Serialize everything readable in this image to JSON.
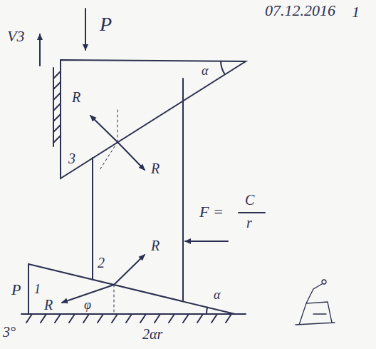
{
  "diagram": {
    "labels": [
      "07.12.2016",
      "1",
      "V3",
      "P",
      "R",
      "R",
      "α",
      "3",
      "F =",
      "C",
      "r",
      "2",
      "R",
      "R",
      "P",
      "1",
      "φ",
      "α",
      "2αr",
      "3°"
    ]
  }
}
